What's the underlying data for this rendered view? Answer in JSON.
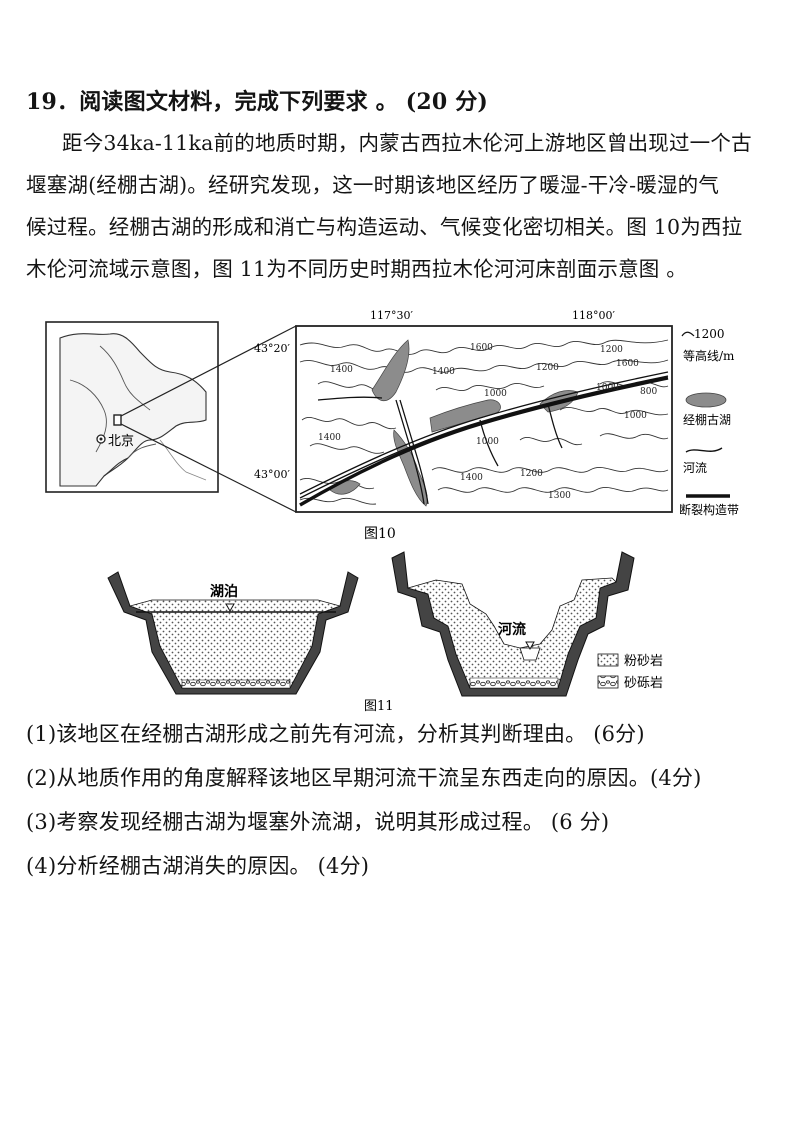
{
  "question": {
    "header": "19．阅读图文材料，完成下列要求 。 (20 分)",
    "paragraph_lines": [
      "距今34ka-11ka前的地质时期，内蒙古西拉木伦河上游地区曾出现过一个古",
      "堰塞湖(经棚古湖)。经研究发现，这一时期该地区经历了暖湿-干冷-暖湿的气",
      "候过程。经棚古湖的形成和消亡与构造运动、气候变化密切相关。图 10为西拉",
      "木伦河流域示意图，图 11为不同历史时期西拉木伦河河床剖面示意图 。"
    ]
  },
  "figure10": {
    "caption": "图10",
    "inset_city": "北京",
    "lon_labels": [
      "117°30′",
      "118°00′"
    ],
    "lat_labels": [
      "43°20′",
      "43°00′"
    ],
    "contour_values": [
      "1600",
      "1400",
      "1200",
      "1000",
      "1400",
      "1000",
      "1200",
      "1000",
      "1600",
      "800",
      "1000",
      "1400",
      "1200",
      "1300",
      "1400"
    ],
    "legend": {
      "contour_sample": "1200",
      "contour": "等高线/m",
      "lake": "经棚古湖",
      "river": "河流",
      "fault": "断裂构造带"
    }
  },
  "figure11": {
    "caption": "图11",
    "lake_label": "湖泊",
    "river_label": "河流",
    "legend": {
      "siltstone": "粉砂岩",
      "conglomerate": "砂砾岩"
    }
  },
  "sub_questions": [
    "(1)该地区在经棚古湖形成之前先有河流，分析其判断理由。 (6分)",
    "(2)从地质作用的角度解释该地区早期河流干流呈东西走向的原因。(4分)",
    "(3)考察发现经棚古湖为堰塞外流湖，说明其形成过程。 (6 分)",
    "(4)分析经棚古湖消失的原因。 (4分)"
  ]
}
